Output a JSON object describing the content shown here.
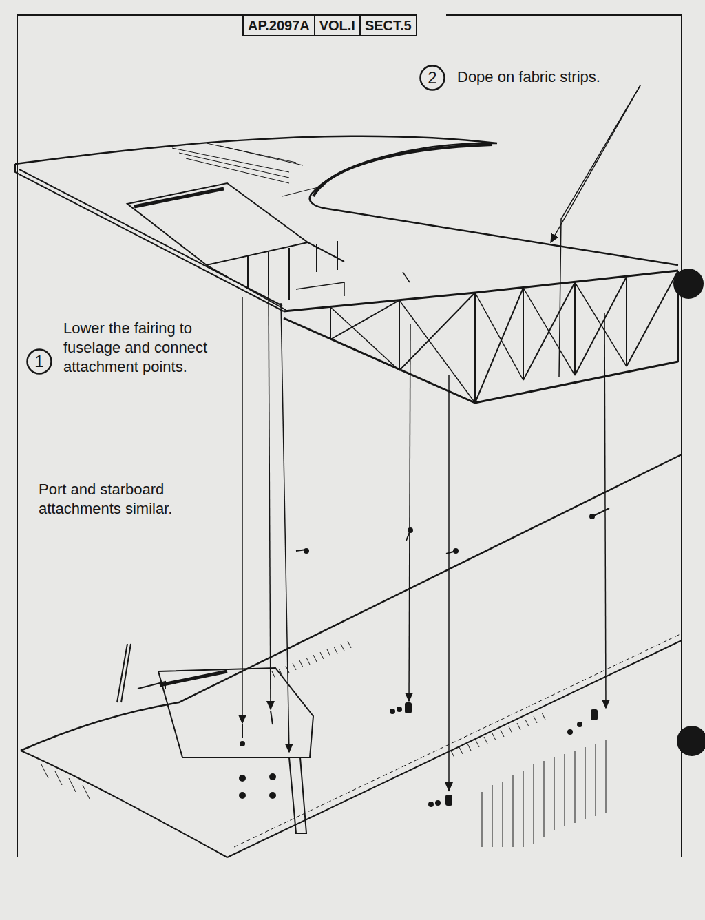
{
  "diagram": {
    "nodes": [
      {
        "text": [
          "AP.2097A"
        ]
      },
      {
        "text": [
          "VOL.I"
        ]
      },
      {
        "text": [
          "SECT.5"
        ]
      },
      {
        "text": [
          "2"
        ]
      },
      {
        "text": [
          "1"
        ]
      }
    ],
    "labels": [
      "Dope on fabric strips.",
      "Lower the fairing to fuselage and connect attachment points.",
      "Port and starboard attachments similar."
    ]
  }
}
